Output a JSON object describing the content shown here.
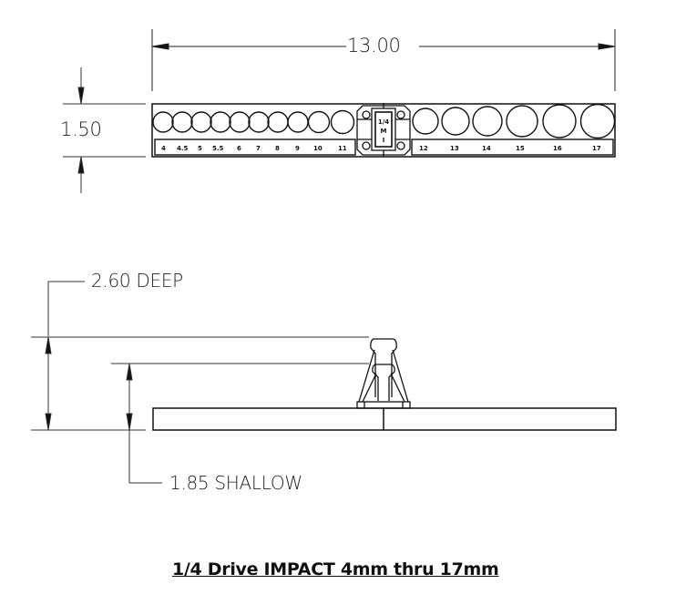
{
  "drawing": {
    "title": "1/4 Drive IMPACT 4mm thru 17mm",
    "top_view": {
      "width_dimension": "13.00",
      "height_dimension": "1.50",
      "left_section_sizes": [
        "4",
        "4.5",
        "5",
        "5.5",
        "6",
        "7",
        "8",
        "9",
        "10",
        "11"
      ],
      "right_section_sizes": [
        "12",
        "13",
        "14",
        "15",
        "16",
        "17"
      ],
      "center_badge": {
        "line1": "1/4",
        "line2": "M",
        "line3": "I"
      }
    },
    "side_view": {
      "deep_dimension": "2.60 DEEP",
      "shallow_dimension": "1.85 SHALLOW"
    }
  },
  "colors": {
    "line": "#111111",
    "dim_line": "#333333",
    "background": "#ffffff"
  }
}
